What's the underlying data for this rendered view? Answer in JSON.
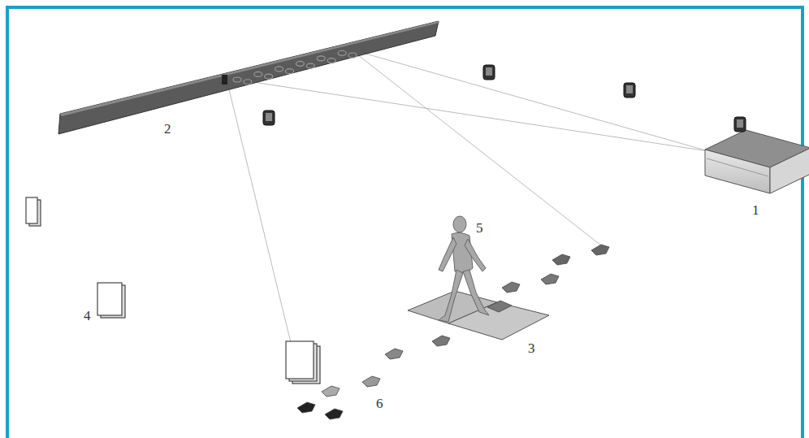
{
  "diagram": {
    "labels": [
      "2",
      "1",
      "5",
      "4",
      "3",
      "6"
    ]
  }
}
